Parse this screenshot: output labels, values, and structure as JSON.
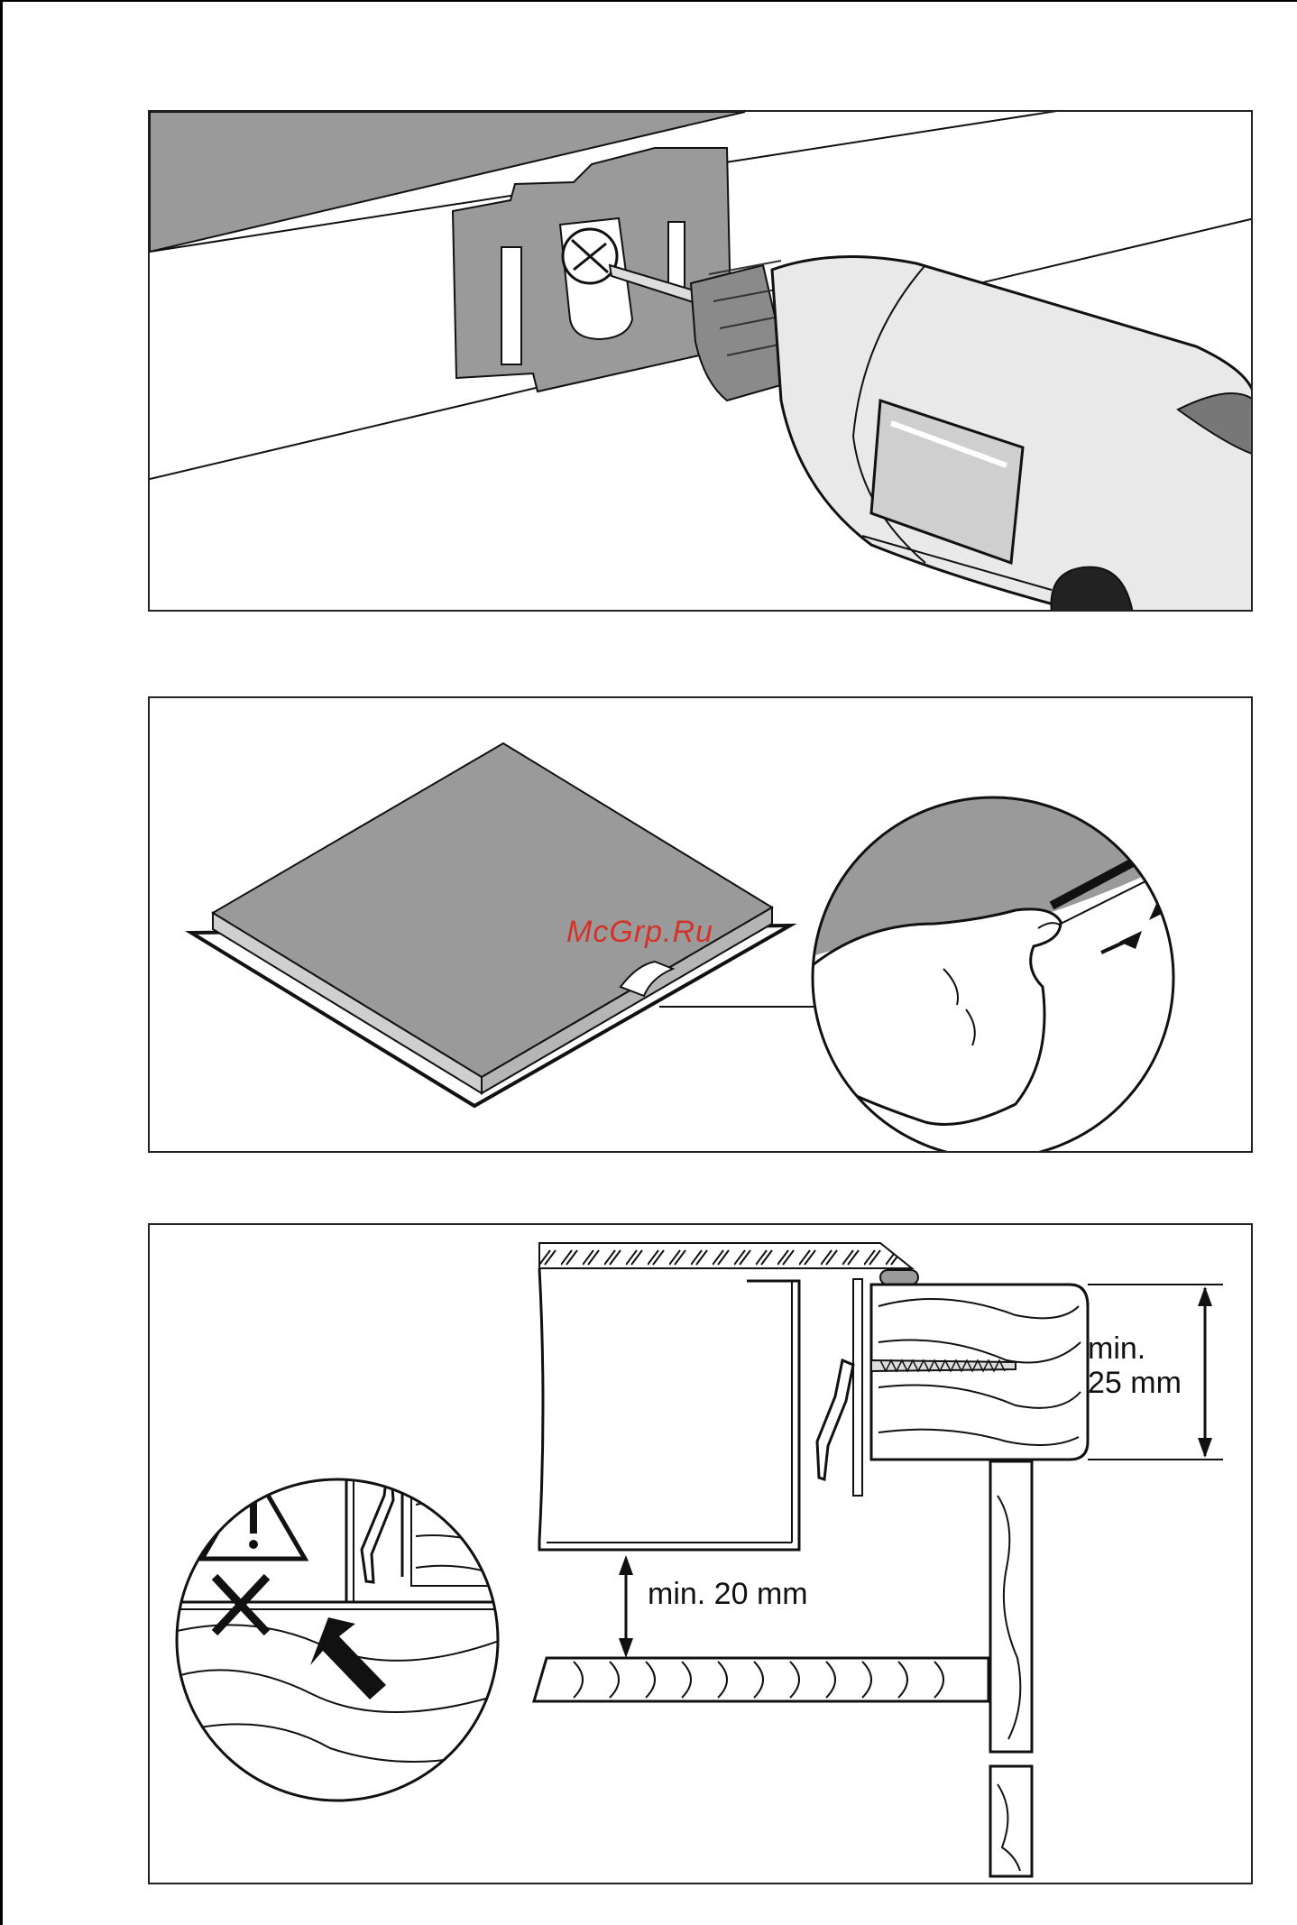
{
  "figures": [
    {
      "id": "fig-1",
      "labels": []
    },
    {
      "id": "fig-2",
      "labels": [],
      "watermark": "McGrp.Ru"
    },
    {
      "id": "fig-3",
      "labels": [
        "min.",
        "25 mm",
        "min. 20 mm"
      ]
    }
  ],
  "dimensions": {
    "top_label_line1": "min.",
    "top_label_line2": "25 mm",
    "bottom_label": "min. 20 mm"
  },
  "watermark": "McGrp.Ru",
  "colors": {
    "surface_gray": "#9a9a9a",
    "drill_light": "#e9e9e9",
    "ink": "#111111",
    "watermark": "#d2342a"
  }
}
